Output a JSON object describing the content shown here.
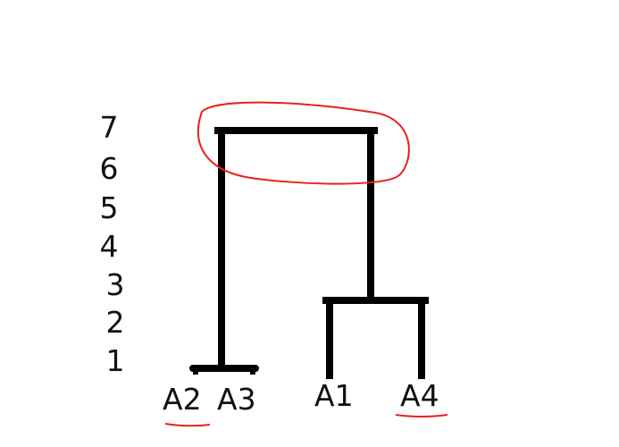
{
  "scale": {
    "labels": [
      "7",
      "6",
      "5",
      "4",
      "3",
      "2",
      "1"
    ]
  },
  "leaves": {
    "a2": "A2",
    "a3": "A3",
    "a1": "A1",
    "a4": "A4"
  },
  "colors": {
    "lines": "#000000",
    "annotation": "#e8211c",
    "text": "#111111"
  },
  "annotations": {
    "highlighted_merge": "top merge (A2,A3 with A1,A4) circled",
    "underlined_leaves": [
      "A2",
      "A4"
    ]
  }
}
